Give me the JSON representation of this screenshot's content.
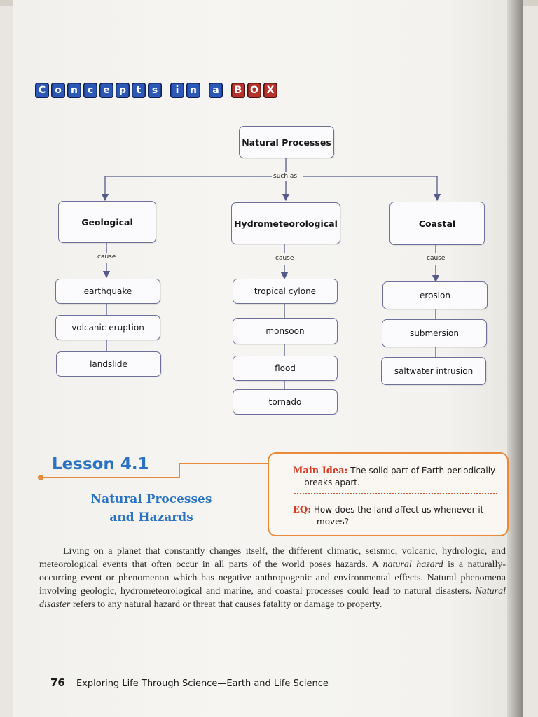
{
  "header": {
    "concepts_tiles": [
      {
        "ch": "C",
        "color": "blue"
      },
      {
        "ch": "o",
        "color": "blue"
      },
      {
        "ch": "n",
        "color": "blue"
      },
      {
        "ch": "c",
        "color": "blue"
      },
      {
        "ch": "e",
        "color": "blue"
      },
      {
        "ch": "p",
        "color": "blue"
      },
      {
        "ch": "t",
        "color": "blue"
      },
      {
        "ch": "s",
        "color": "blue"
      },
      {
        "ch": " ",
        "color": "gap"
      },
      {
        "ch": "i",
        "color": "blue"
      },
      {
        "ch": "n",
        "color": "blue"
      },
      {
        "ch": " ",
        "color": "gap"
      },
      {
        "ch": "a",
        "color": "blue"
      },
      {
        "ch": " ",
        "color": "gap"
      },
      {
        "ch": "B",
        "color": "red"
      },
      {
        "ch": "O",
        "color": "red"
      },
      {
        "ch": "X",
        "color": "red"
      }
    ]
  },
  "diagram": {
    "root": "Natural Processes",
    "root_link": "such as",
    "branch_link": "cause",
    "branches": [
      {
        "name": "Geological",
        "items": [
          "earthquake",
          "volcanic eruption",
          "landslide"
        ]
      },
      {
        "name": "Hydrometeorological",
        "items": [
          "tropical cylone",
          "monsoon",
          "flood",
          "tornado"
        ]
      },
      {
        "name": "Coastal",
        "items": [
          "erosion",
          "submersion",
          "saltwater intrusion"
        ]
      }
    ]
  },
  "lesson": {
    "number": "Lesson 4.1",
    "title_line1": "Natural Processes",
    "title_line2": "and Hazards",
    "main_idea_key": "Main Idea:",
    "main_idea_text_1": "The solid part of Earth periodically",
    "main_idea_text_2": "breaks apart.",
    "eq_key": "EQ:",
    "eq_text_1": "How does the land affect us whenever it",
    "eq_text_2": "moves?"
  },
  "body": {
    "p1_a": "Living on a planet that constantly changes itself, the different climatic, seismic, volcanic, hydrologic, and meteorological events that often occur in all parts of the world poses hazards. A ",
    "term1": "natural hazard",
    "p1_b": " is a naturally-occurring event or phenomenon which has negative anthropogenic and environmental effects. Natural phenomena involving geologic, hydrometeorological and marine, and coastal processes could lead to natural disasters. ",
    "term2": "Natural disaster",
    "p1_c": " refers to any natural hazard or threat that causes fatality or damage to property."
  },
  "footer": {
    "page_number": "76",
    "book_title": "Exploring Life Through Science—Earth and Life Science"
  },
  "colors": {
    "accent_blue": "#2a73c4",
    "accent_orange": "#e88a3a",
    "box_border": "#6e6f9a",
    "red_key": "#d83a24"
  }
}
